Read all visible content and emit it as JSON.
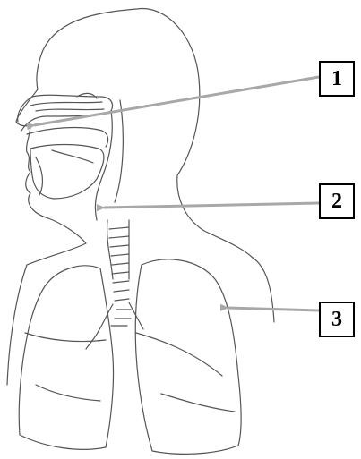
{
  "labels": [
    {
      "id": "1",
      "text": "1"
    },
    {
      "id": "2",
      "text": "2"
    },
    {
      "id": "3",
      "text": "3"
    }
  ],
  "colors": {
    "outline": "#555555",
    "arrow": "#a8a8a8",
    "box_border": "#000000",
    "background": "#ffffff"
  },
  "icons": [
    "head-silhouette",
    "nasal-cavity",
    "oral-cavity",
    "trachea",
    "bronchi",
    "left-lung",
    "right-lung"
  ]
}
